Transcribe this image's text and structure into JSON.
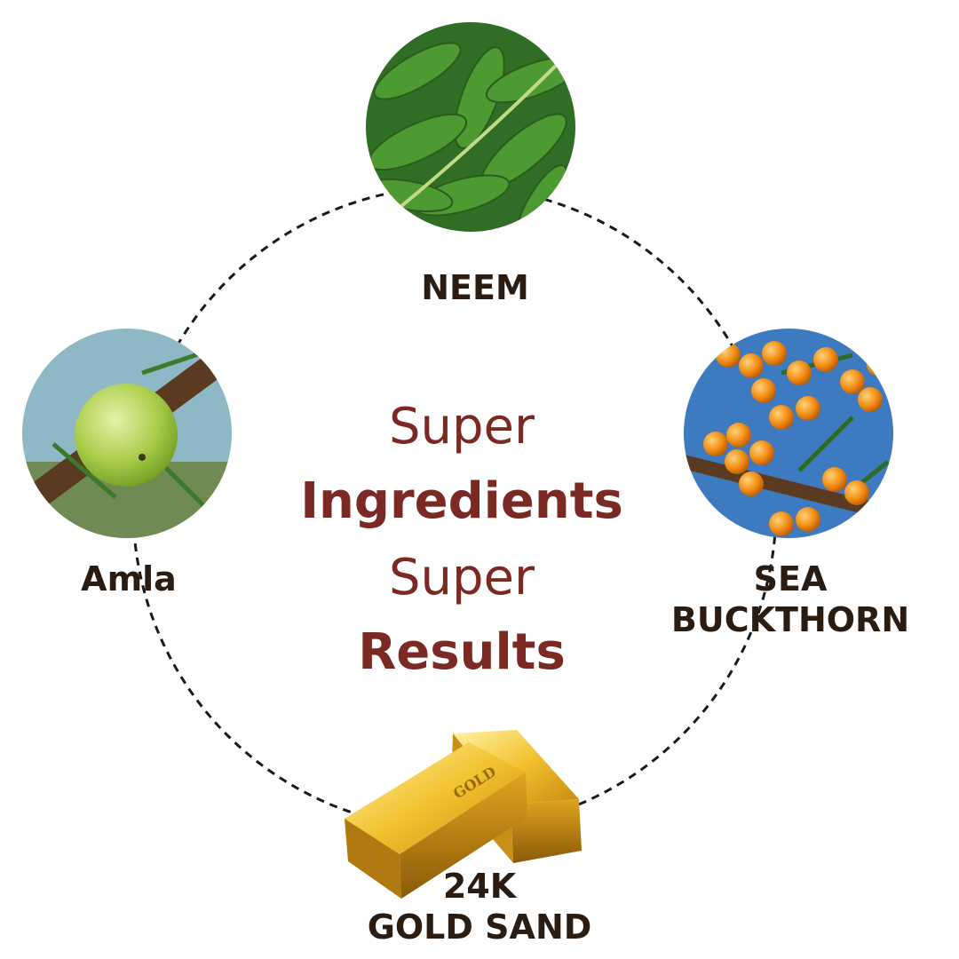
{
  "headline": {
    "line1": "Super",
    "line2": "Ingredients",
    "line3": "Super",
    "line4": "Results",
    "color": "#7a2a22"
  },
  "ingredients": [
    {
      "label": "NEEM",
      "icon": "neem-leaves-icon"
    },
    {
      "label": "Amla",
      "icon": "amla-fruit-icon"
    },
    {
      "label_line1": "SEA",
      "label_line2": "BUCKTHORN",
      "icon": "sea-buckthorn-berries-icon"
    },
    {
      "label_line1": "24K",
      "label_line2": "GOLD SAND",
      "icon": "gold-bars-icon"
    }
  ],
  "gold_bar_engraving": "GOLD",
  "colors": {
    "label_text": "#2a1c10",
    "dashed_ring": "#1a1a1a",
    "background": "#ffffff"
  }
}
